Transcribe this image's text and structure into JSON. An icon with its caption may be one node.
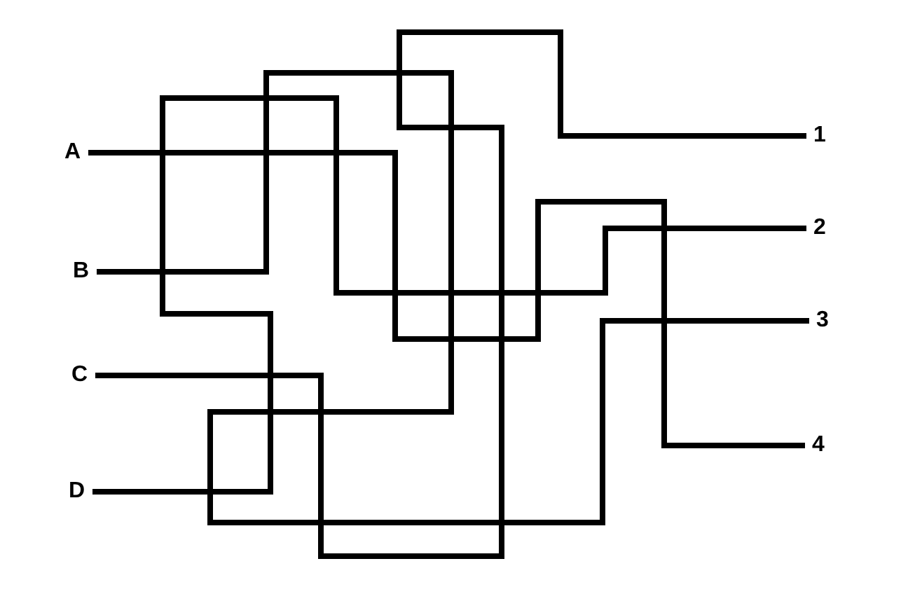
{
  "diagram": {
    "nodes": [
      {
        "text": [
          "A"
        ]
      },
      {
        "text": [
          "B"
        ]
      },
      {
        "text": [
          "C"
        ]
      },
      {
        "text": [
          "D"
        ]
      },
      {
        "text": [
          "1"
        ]
      },
      {
        "text": [
          "2"
        ]
      },
      {
        "text": [
          "3"
        ]
      },
      {
        "text": [
          "4"
        ]
      }
    ],
    "edges": [
      {
        "from": 0,
        "to": 7,
        "arrow": "none"
      },
      {
        "from": 1,
        "to": 6,
        "arrow": "none"
      },
      {
        "from": 2,
        "to": 4,
        "arrow": "none"
      },
      {
        "from": 3,
        "to": 5,
        "arrow": "none"
      }
    ]
  }
}
